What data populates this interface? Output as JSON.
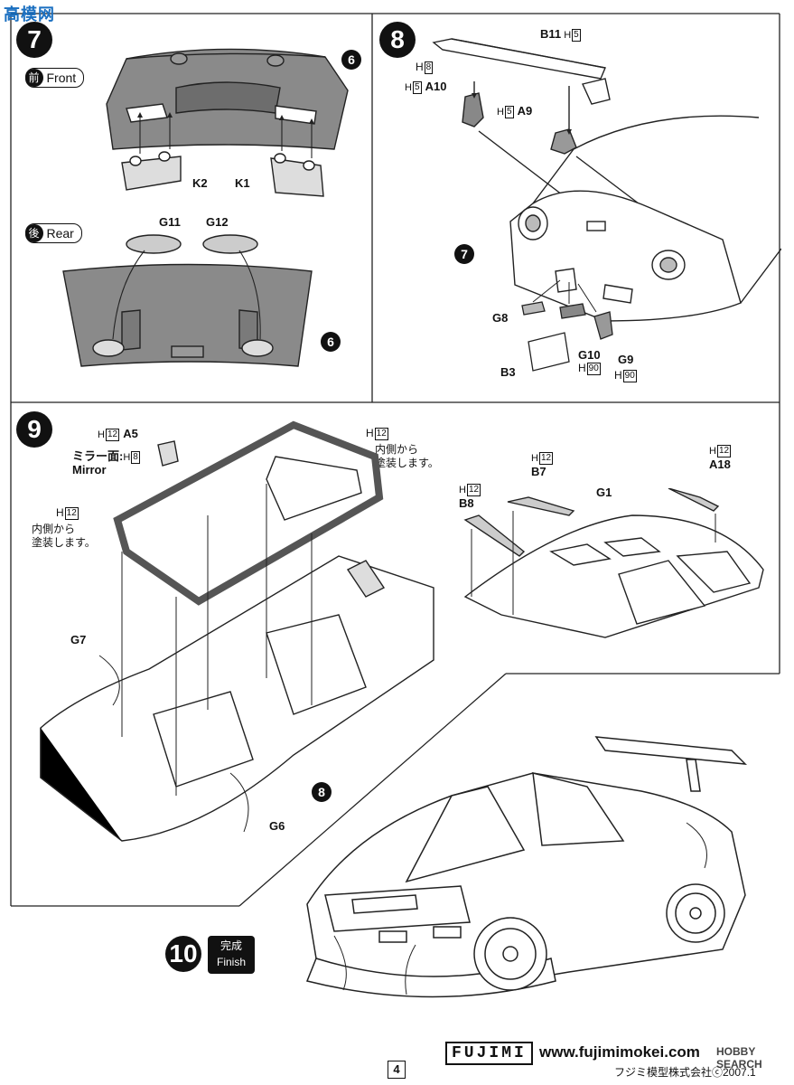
{
  "watermark_top": "高模网",
  "steps": {
    "s7": {
      "num": "7",
      "front_kanji": "前",
      "front_label": "Front",
      "rear_kanji": "後",
      "rear_label": "Rear"
    },
    "s8": {
      "num": "8"
    },
    "s9": {
      "num": "9"
    },
    "s10": {
      "num": "10",
      "finish_jp": "完成",
      "finish_en": "Finish"
    }
  },
  "parts": {
    "k1": "K1",
    "k2": "K2",
    "g11": "G11",
    "g12": "G12",
    "b11": "B11",
    "a10": "A10",
    "a9": "A9",
    "g8": "G8",
    "g9": "G9",
    "g10": "G10",
    "b3": "B3",
    "a5": "A5",
    "g7": "G7",
    "g6": "G6",
    "b7": "B7",
    "b8": "B8",
    "a18": "A18",
    "g1": "G1"
  },
  "paint": {
    "h": "H",
    "h5": "5",
    "h8": "8",
    "h12": "12",
    "h90": "90"
  },
  "refs": {
    "r6a": "6",
    "r6b": "6",
    "r7": "7",
    "r8": "8"
  },
  "notes": {
    "mirror_jp": "ミラー面:",
    "mirror_en": "Mirror",
    "paint_inside_1": "内側から",
    "paint_inside_2": "塗装します。"
  },
  "footer": {
    "brand": "FUJIMI",
    "url": "www.fujimimokei.com",
    "page": "4",
    "copyright": "フジミ模型株式会社ⓒ2007.1",
    "hobbysearch": "HOBBY SEARCH"
  }
}
